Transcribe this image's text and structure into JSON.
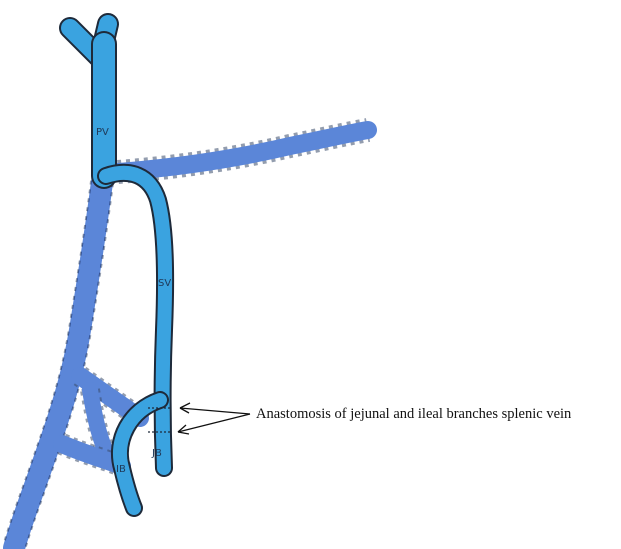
{
  "labels": {
    "pv": "PV",
    "sv": "SV",
    "ib": "IB",
    "jb": "JB"
  },
  "annotation": {
    "text": "Anastomosis of jejunal and ileal branches splenic vein"
  },
  "colors": {
    "solid_vessel": "#3aa3e0",
    "dashed_vessel": "#5b86d8",
    "outline": "#1e2a3a",
    "arrow": "#111111",
    "background": "#ffffff"
  }
}
